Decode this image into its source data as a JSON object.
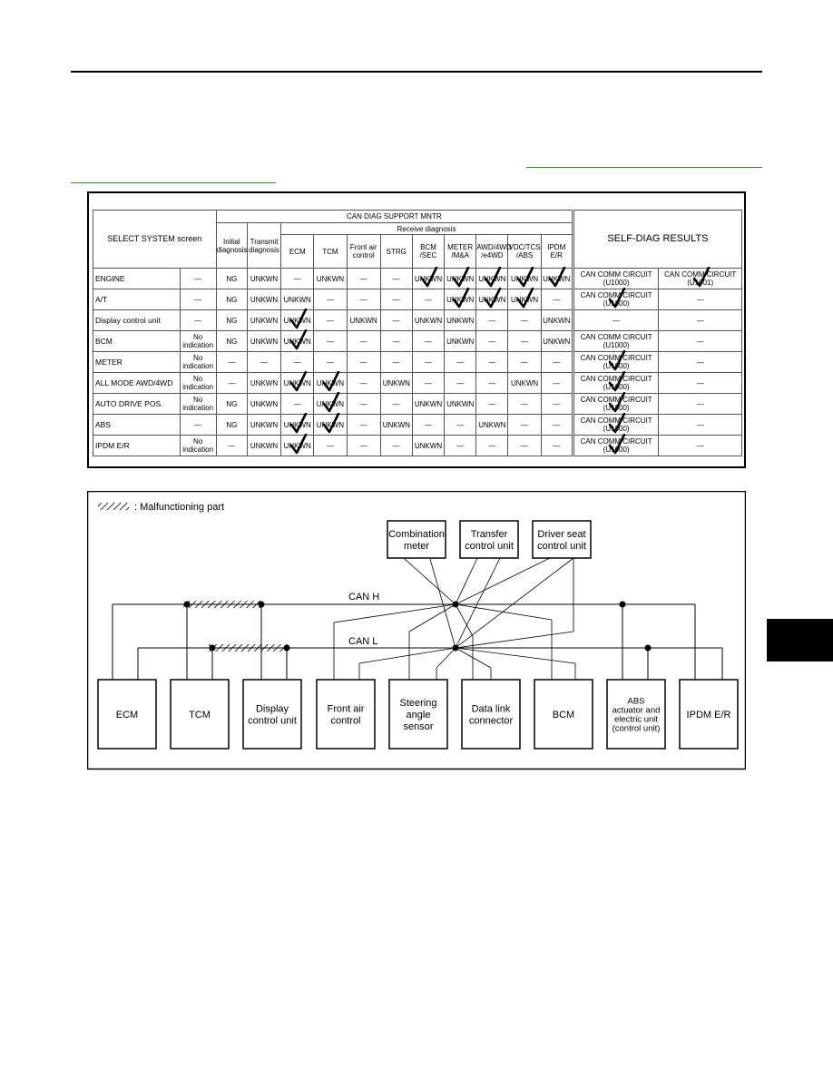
{
  "diag_table": {
    "title": "CAN DIAG SUPPORT MNTR",
    "receive_label": "Receive diagnosis",
    "select_label": "SELECT SYSTEM screen",
    "self_diag_label": "SELF-DIAG RESULTS",
    "col_initial": "Initial diagnosis",
    "col_transmit": "Transmit diagnosis",
    "receive_cols": [
      "ECM",
      "TCM",
      "Front air control",
      "STRG",
      "BCM /SEC",
      "METER /M&A",
      "AWD/4WD /e4WD",
      "VDC/TCS /ABS",
      "IPDM E/R"
    ],
    "rows": [
      {
        "name": "ENGINE",
        "cells": [
          "—",
          "NG",
          "UNKWN",
          "—",
          "UNKWN",
          "—",
          "—",
          "UNKWN",
          "UNKWN",
          "UNKWN",
          "UNKWN",
          "UNKWN"
        ],
        "ticks": [
          7,
          8,
          9,
          10,
          11
        ],
        "self1": "CAN COMM CIRCUIT (U1000)",
        "self2": "CAN COMM CIRCUIT (U1001)",
        "self_ticks": [
          2
        ]
      },
      {
        "name": "A/T",
        "cells": [
          "—",
          "NG",
          "UNKWN",
          "UNKWN",
          "—",
          "—",
          "—",
          "—",
          "UNKWN",
          "UNKWN",
          "UNKWN",
          "—"
        ],
        "ticks": [
          8,
          9,
          10
        ],
        "self1": "CAN COMM CIRCUIT (U1000)",
        "self2": "—",
        "self_ticks": [
          1
        ]
      },
      {
        "name": "Display control unit",
        "cells": [
          "—",
          "NG",
          "UNKWN",
          "UNKWN",
          "—",
          "UNKWN",
          "—",
          "UNKWN",
          "UNKWN",
          "—",
          "—",
          "UNKWN"
        ],
        "ticks": [
          3
        ],
        "self1": "—",
        "self2": "—",
        "self_ticks": []
      },
      {
        "name": "BCM",
        "cells": [
          "No indication",
          "NG",
          "UNKWN",
          "UNKWN",
          "—",
          "—",
          "—",
          "—",
          "UNKWN",
          "—",
          "—",
          "UNKWN"
        ],
        "ticks": [
          3
        ],
        "self1": "CAN COMM CIRCUIT (U1000)",
        "self2": "—",
        "self_ticks": []
      },
      {
        "name": "METER",
        "cells": [
          "No indication",
          "—",
          "—",
          "—",
          "—",
          "—",
          "—",
          "—",
          "—",
          "—",
          "—",
          "—"
        ],
        "ticks": [],
        "self1": "CAN COMM CIRCUIT (U1000)",
        "self2": "—",
        "self_ticks": [
          1
        ]
      },
      {
        "name": "ALL MODE AWD/4WD",
        "cells": [
          "No indication",
          "—",
          "UNKWN",
          "UNKWN",
          "UNKWN",
          "—",
          "UNKWN",
          "—",
          "—",
          "—",
          "UNKWN",
          "—"
        ],
        "ticks": [
          3,
          4
        ],
        "self1": "CAN COMM CIRCUIT (U1000)",
        "self2": "—",
        "self_ticks": [
          1
        ]
      },
      {
        "name": "AUTO DRIVE POS.",
        "cells": [
          "No indication",
          "NG",
          "UNKWN",
          "—",
          "UNKWN",
          "—",
          "—",
          "UNKWN",
          "UNKWN",
          "—",
          "—",
          "—"
        ],
        "ticks": [
          4
        ],
        "self1": "CAN COMM CIRCUIT (U1000)",
        "self2": "—",
        "self_ticks": [
          1
        ]
      },
      {
        "name": "ABS",
        "cells": [
          "—",
          "NG",
          "UNKWN",
          "UNKWN",
          "UNKWN",
          "—",
          "UNKWN",
          "—",
          "—",
          "UNKWN",
          "—",
          "—"
        ],
        "ticks": [
          3,
          4
        ],
        "self1": "CAN COMM CIRCUIT (U1000)",
        "self2": "—",
        "self_ticks": [
          1
        ]
      },
      {
        "name": "IPDM E/R",
        "cells": [
          "No indication",
          "—",
          "UNKWN",
          "UNKWN",
          "—",
          "—",
          "—",
          "UNKWN",
          "—",
          "—",
          "—",
          "—"
        ],
        "ticks": [
          3
        ],
        "self1": "CAN COMM CIRCUIT (U1000)",
        "self2": "—",
        "self_ticks": [
          1
        ]
      }
    ]
  },
  "diagram": {
    "legend": ": Malfunctioning part",
    "can_h": "CAN H",
    "can_l": "CAN L",
    "top_units": [
      {
        "key": "combination_meter",
        "lines": [
          "Combination",
          "meter"
        ]
      },
      {
        "key": "transfer",
        "lines": [
          "Transfer",
          "control unit"
        ]
      },
      {
        "key": "driver_seat",
        "lines": [
          "Driver seat",
          "control unit"
        ]
      }
    ],
    "bottom_units": [
      {
        "key": "ecm",
        "lines": [
          "ECM"
        ]
      },
      {
        "key": "tcm",
        "lines": [
          "TCM"
        ]
      },
      {
        "key": "display",
        "lines": [
          "Display",
          "control unit"
        ]
      },
      {
        "key": "front_air",
        "lines": [
          "Front air",
          "control"
        ]
      },
      {
        "key": "steering",
        "lines": [
          "Steering",
          "angle",
          "sensor"
        ]
      },
      {
        "key": "dlc",
        "lines": [
          "Data link",
          "connector"
        ]
      },
      {
        "key": "bcm",
        "lines": [
          "BCM"
        ]
      },
      {
        "key": "abs",
        "lines": [
          "ABS",
          "actuator and",
          "electric unit",
          "(control unit)"
        ]
      },
      {
        "key": "ipdm",
        "lines": [
          "IPDM E/R"
        ]
      }
    ]
  }
}
